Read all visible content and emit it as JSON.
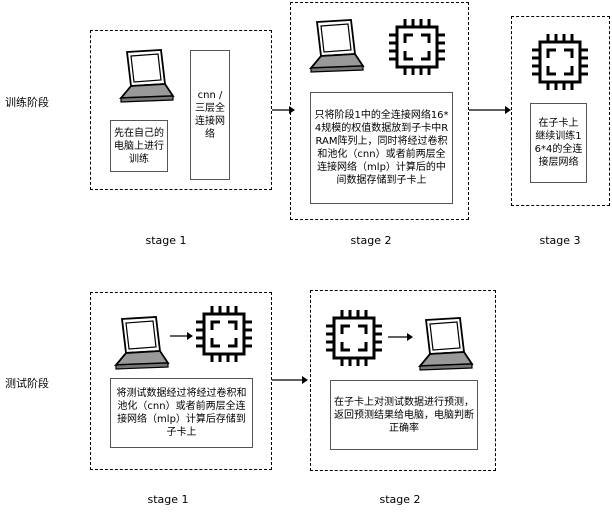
{
  "rows": {
    "training": {
      "label": "训练阶段"
    },
    "testing": {
      "label": "测试阶段"
    }
  },
  "training": {
    "stage1": {
      "caption": "stage 1",
      "laptop_text": "先在自己的电脑上进行训练",
      "model_text": "cnn / 三层全连接网络"
    },
    "stage2": {
      "caption": "stage 2",
      "text": "只将阶段1中的全连接网络16*4规模的权值数据放到子卡中RRAM阵列上，同时将经过卷积和池化（cnn）或者前两层全连接网络（mlp）计算后的中间数据存储到子卡上"
    },
    "stage3": {
      "caption": "stage 3",
      "text": "在子卡上继续训练16*4的全连接层网络"
    }
  },
  "testing": {
    "stage1": {
      "caption": "stage 1",
      "text": "将测试数据经过将经过卷积和池化（cnn）或者前两层全连接网络（mlp）计算后存储到子卡上"
    },
    "stage2": {
      "caption": "stage 2",
      "text": "在子卡上对测试数据进行预测，返回预测结果给电脑，电脑判断正确率"
    }
  },
  "icons": [
    "laptop-icon",
    "chip-icon",
    "arrow-right"
  ]
}
